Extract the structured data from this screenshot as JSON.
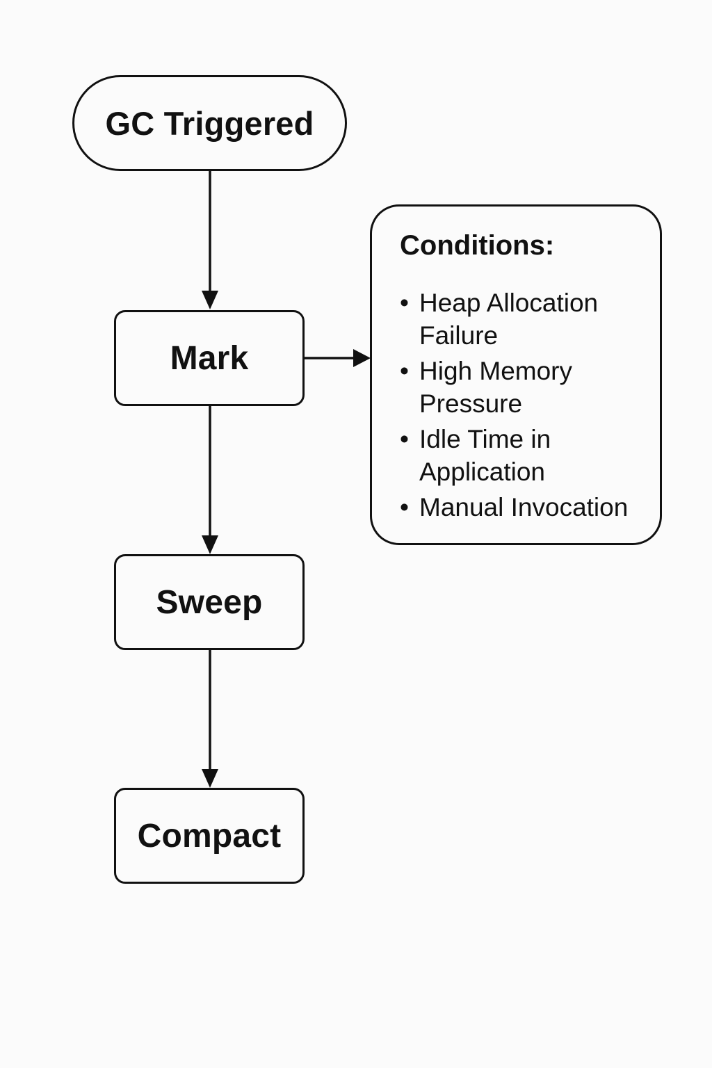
{
  "flow": {
    "start": "GC Triggered",
    "steps": [
      "Mark",
      "Sweep",
      "Compact"
    ]
  },
  "conditions": {
    "title": "Conditions:",
    "items": [
      "Heap Allocation Failure",
      "High Memory Pressure",
      "Idle Time in Application",
      "Manual Invocation"
    ]
  },
  "colors": {
    "stroke": "#111111",
    "background": "#fbfbfb"
  }
}
